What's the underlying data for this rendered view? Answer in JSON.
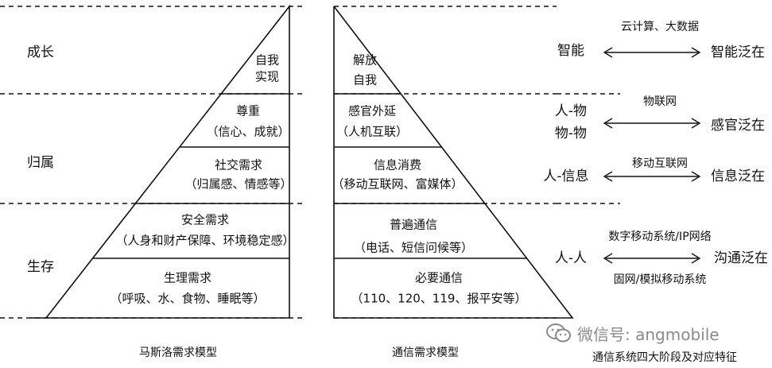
{
  "maslow": {
    "caption": "马斯洛需求模型",
    "groups": [
      {
        "label": "成长"
      },
      {
        "label": "归属"
      },
      {
        "label": "生存"
      }
    ],
    "levels": [
      {
        "lines": [
          "自我",
          "实现"
        ]
      },
      {
        "lines": [
          "尊重",
          "（信心、成就）"
        ]
      },
      {
        "lines": [
          "社交需求",
          "（归属感、情感等）"
        ]
      },
      {
        "lines": [
          "安全需求",
          "（人身和财产保障、环境稳定感）"
        ]
      },
      {
        "lines": [
          "生理需求",
          "（呼吸、水、食物、睡眠等）"
        ]
      }
    ]
  },
  "comm": {
    "caption": "通信需求模型",
    "levels": [
      {
        "lines": [
          "解放",
          "自我"
        ]
      },
      {
        "lines": [
          "感官外延",
          "（人机互联）"
        ]
      },
      {
        "lines": [
          "信息消费",
          "（移动互联网、富媒体）"
        ]
      },
      {
        "lines": [
          "普遍通信",
          "（电话、短信问候等）"
        ]
      },
      {
        "lines": [
          "必要通信",
          "（110、120、119、报平安等）"
        ]
      }
    ]
  },
  "stages": {
    "caption": "通信系统四大阶段及对应特征",
    "rows": [
      {
        "left": [
          "智能"
        ],
        "tech": [
          "云计算、大数据"
        ],
        "right": "智能泛在"
      },
      {
        "left": [
          "人-物",
          "物-物"
        ],
        "tech": [
          "物联网"
        ],
        "right": "感官泛在"
      },
      {
        "left": [
          "人-信息"
        ],
        "tech": [
          "移动互联网"
        ],
        "right": "信息泛在"
      },
      {
        "left": [
          "人-人"
        ],
        "tech": [
          "数字移动系统/IP网络",
          "固网/模拟移动系统"
        ],
        "right": "沟通泛在"
      }
    ]
  },
  "watermark": {
    "text": "微信号: angmobile",
    "icon": "wechat-icon"
  }
}
